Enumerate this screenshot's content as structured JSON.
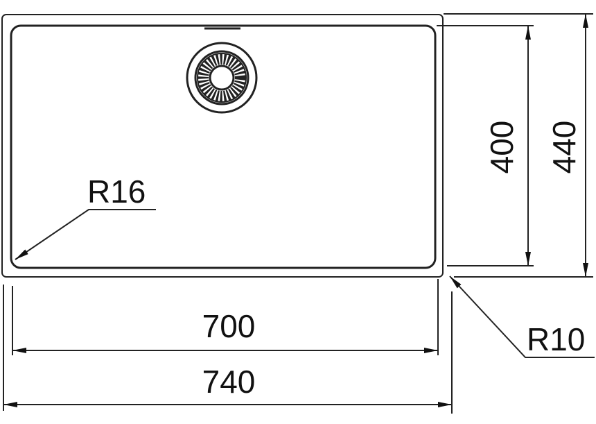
{
  "drawing": {
    "subject": "sink",
    "dimensions": {
      "inner_width": "700",
      "outer_width": "740",
      "inner_depth": "400",
      "outer_depth": "440",
      "inner_radius": "R16",
      "outer_radius": "R10"
    },
    "line_color": "#222222",
    "background": "#ffffff"
  }
}
